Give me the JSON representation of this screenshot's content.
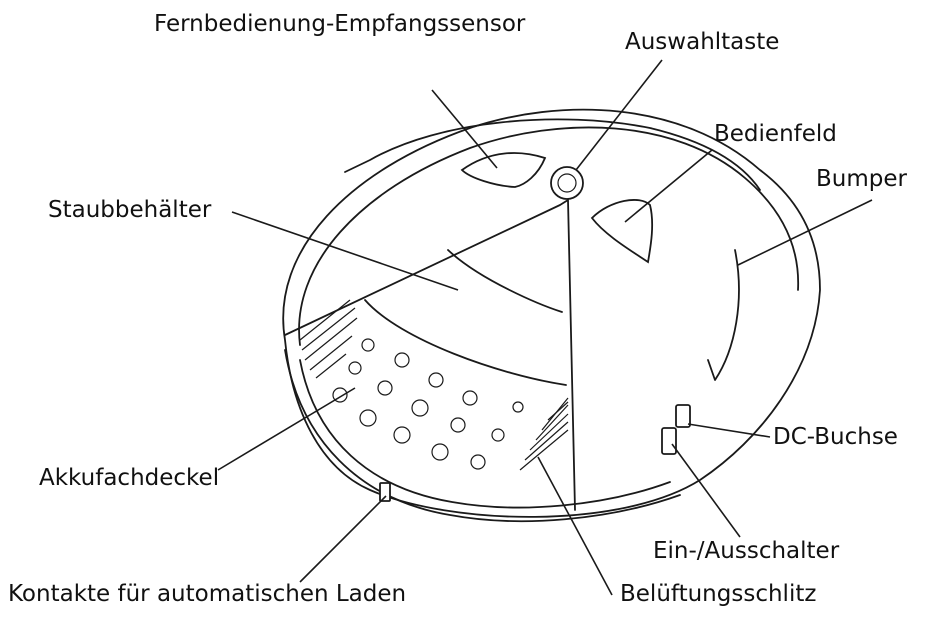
{
  "labels": {
    "remote_sensor": "Fernbedienung-Empfangssensor",
    "select_button": "Auswahltaste",
    "control_panel": "Bedienfeld",
    "bumper": "Bumper",
    "dust_bin": "Staubbehälter",
    "dc_socket": "DC-Buchse",
    "battery_cover": "Akkufachdeckel",
    "power_switch": "Ein-/Ausschalter",
    "charge_contacts": "Kontakte für automatischen Laden",
    "vent_slots": "Belüftungsschlitz"
  }
}
